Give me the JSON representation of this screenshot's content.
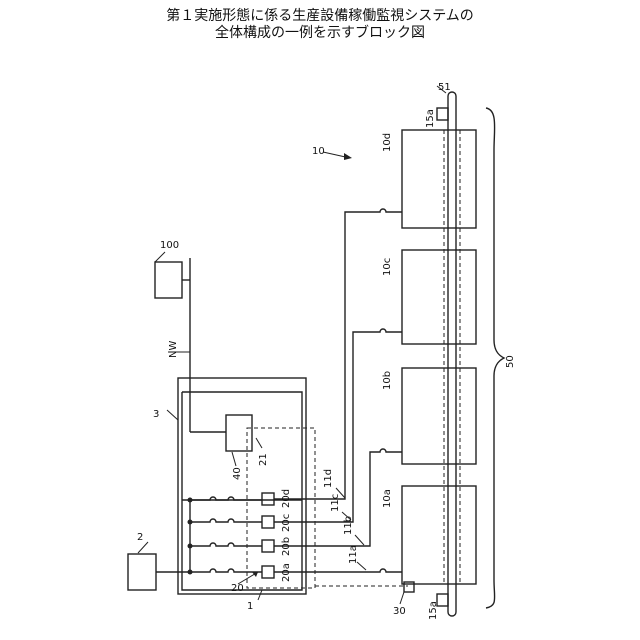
{
  "title": {
    "line1": "第１実施形態に係る生産設備稼働監視システムの",
    "line2": "全体構成の一例を示すブロック図"
  },
  "labels": {
    "l100": "100",
    "l10": "10",
    "l10d": "10d",
    "l10c": "10c",
    "l10b": "10b",
    "l10a": "10a",
    "l15a_top": "15a",
    "l15a_bottom": "15a",
    "l51": "51",
    "l50": "50",
    "lNW": "NW",
    "l3": "3",
    "l40": "40",
    "l21": "21",
    "l20d": "20d",
    "l20c": "20c",
    "l20b": "20b",
    "l20a": "20a",
    "l20": "20",
    "l11d": "11d",
    "l11c": "11c",
    "l11b": "11b",
    "l11a": "11a",
    "l2": "2",
    "l1": "1",
    "l30": "30"
  }
}
